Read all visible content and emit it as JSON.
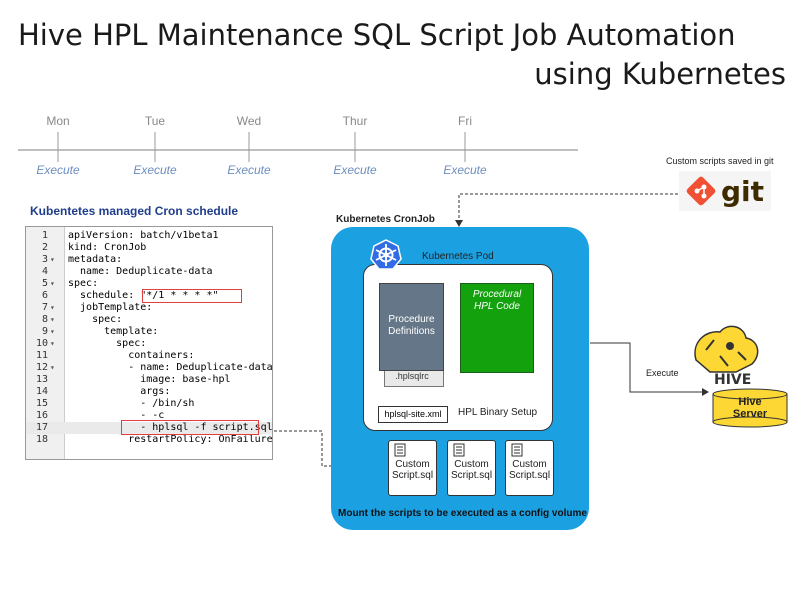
{
  "title": {
    "line1": "Hive HPL Maintenance SQL Script Job Automation",
    "line2": "using Kubernetes"
  },
  "timeline": {
    "days": [
      "Mon",
      "Tue",
      "Wed",
      "Thur",
      "Fri"
    ],
    "execute_labels": [
      "Execute",
      "Execute",
      "Execute",
      "Execute",
      "Execute"
    ]
  },
  "cron": {
    "title": "Kubentetes managed Cron schedule",
    "lines": [
      {
        "num": "1",
        "text": "apiVersion: batch/v1beta1"
      },
      {
        "num": "2",
        "text": "kind: CronJob"
      },
      {
        "num": "3",
        "text": "metadata:"
      },
      {
        "num": "4",
        "text": "  name: Deduplicate-data"
      },
      {
        "num": "5",
        "text": "spec:"
      },
      {
        "num": "6",
        "text": "  schedule: \"*/1 * * * *\""
      },
      {
        "num": "7",
        "text": "  jobTemplate:"
      },
      {
        "num": "8",
        "text": "    spec:"
      },
      {
        "num": "9",
        "text": "      template:"
      },
      {
        "num": "10",
        "text": "        spec:"
      },
      {
        "num": "11",
        "text": "          containers:"
      },
      {
        "num": "12",
        "text": "          - name: Deduplicate-data"
      },
      {
        "num": "13",
        "text": "            image: base-hpl"
      },
      {
        "num": "14",
        "text": "            args:"
      },
      {
        "num": "15",
        "text": "            - /bin/sh"
      },
      {
        "num": "16",
        "text": "            - -c"
      },
      {
        "num": "17",
        "text": "            - hplsql -f script.sql"
      },
      {
        "num": "18",
        "text": "          restartPolicy: OnFailure"
      }
    ]
  },
  "k8s": {
    "cronjob_label": "Kubernetes CronJob",
    "pod_label": "Kubernetes Pod",
    "proc_def": "Procedure Definitions",
    "hplsqlrc": ".hplsqlrc",
    "hpl_code": "Procedural HPL Code",
    "site_xml": "hplsql-site.xml",
    "binary_setup": "HPL Binary Setup",
    "scripts": [
      "Custom Script.sql",
      "Custom Script.sql",
      "Custom Script.sql"
    ],
    "mount": "Mount the scripts to be executed as a config volume"
  },
  "git": {
    "caption": "Custom scripts saved in git",
    "logo_text": "git"
  },
  "hive": {
    "execute": "Execute",
    "logo_text": "HIVE",
    "server_line1": "Hive",
    "server_line2": "Server"
  },
  "colors": {
    "k8s_blue": "#1ba1e2",
    "proc_gray": "#647687",
    "hpl_green": "#13a10e",
    "git_orange": "#f05033",
    "hive_yellow": "#fdd835"
  }
}
